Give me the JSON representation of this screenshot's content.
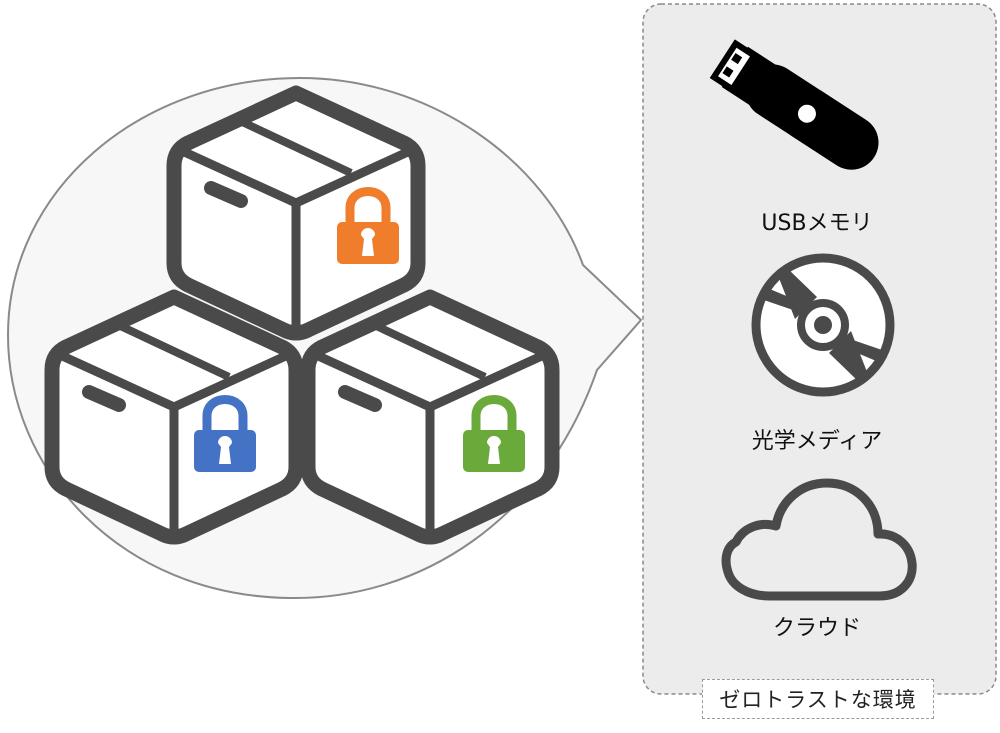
{
  "environment_panel": {
    "caption": "ゼロトラストな環境",
    "items": [
      {
        "label": "USBメモリ",
        "icon": "usb-drive-icon"
      },
      {
        "label": "光学メディア",
        "icon": "optical-disc-icon"
      },
      {
        "label": "クラウド",
        "icon": "cloud-icon"
      }
    ]
  },
  "data_boxes": [
    {
      "icon": "package-icon",
      "lock_icon": "padlock-icon",
      "lock_color": "#ef7d2b"
    },
    {
      "icon": "package-icon",
      "lock_icon": "padlock-icon",
      "lock_color": "#4472c4"
    },
    {
      "icon": "package-icon",
      "lock_icon": "padlock-icon",
      "lock_color": "#6aaa3a"
    }
  ],
  "colors": {
    "panel_fill": "#ececec",
    "bubble_fill": "#f7f7f7",
    "icon_stroke": "#4a4a4a",
    "icon_black": "#000000"
  }
}
